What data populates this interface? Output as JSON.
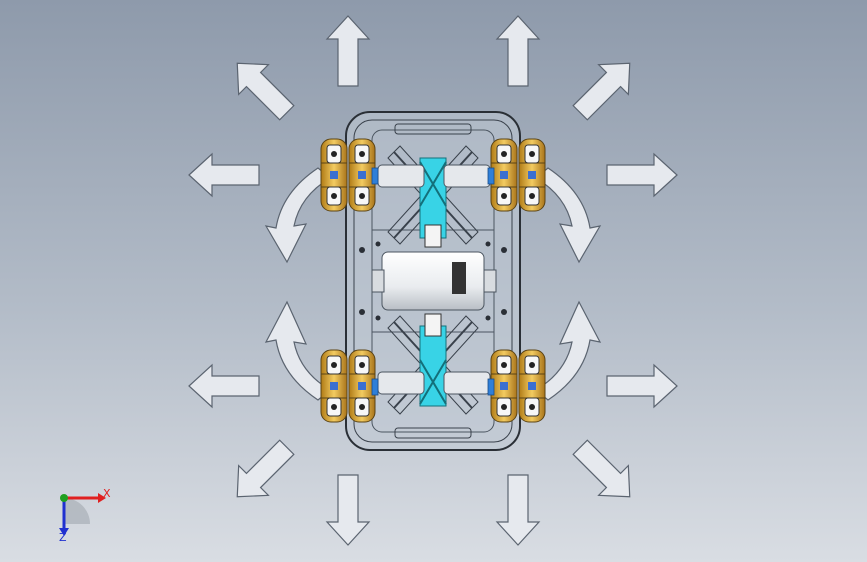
{
  "view": {
    "subject": "mecanum-wheel-robot-chassis",
    "colors": {
      "background_top": "#8e9aab",
      "background_bottom": "#d9dde3",
      "arrow_fill": "#e6e9ee",
      "arrow_stroke": "#5b6470",
      "chassis_outline": "#2a2f36",
      "wheel_gold": "#e8b640",
      "accent_cyan": "#38d3e6",
      "motor_white": "#f2f4f6",
      "axis_x": "#e02020",
      "axis_y": "#20a020",
      "axis_z": "#2030d0"
    }
  },
  "direction_arrows": [
    {
      "name": "up-left-arrow",
      "icon": "arrow-up-icon"
    },
    {
      "name": "up-right-arrow",
      "icon": "arrow-up-icon"
    },
    {
      "name": "diagonal-up-left-arrow",
      "icon": "arrow-up-left-icon"
    },
    {
      "name": "diagonal-up-right-arrow",
      "icon": "arrow-up-right-icon"
    },
    {
      "name": "left-upper-arrow",
      "icon": "arrow-left-icon"
    },
    {
      "name": "right-upper-arrow",
      "icon": "arrow-right-icon"
    },
    {
      "name": "left-lower-arrow",
      "icon": "arrow-left-icon"
    },
    {
      "name": "right-lower-arrow",
      "icon": "arrow-right-icon"
    },
    {
      "name": "diagonal-down-left-arrow",
      "icon": "arrow-down-left-icon"
    },
    {
      "name": "diagonal-down-right-arrow",
      "icon": "arrow-down-right-icon"
    },
    {
      "name": "down-left-arrow",
      "icon": "arrow-down-icon"
    },
    {
      "name": "down-right-arrow",
      "icon": "arrow-down-icon"
    }
  ],
  "rotation_arrows": [
    {
      "name": "rotate-left-upper-arrow",
      "icon": "curved-arrow-icon"
    },
    {
      "name": "rotate-right-upper-arrow",
      "icon": "curved-arrow-icon"
    },
    {
      "name": "rotate-left-lower-arrow",
      "icon": "curved-arrow-icon"
    },
    {
      "name": "rotate-right-lower-arrow",
      "icon": "curved-arrow-icon"
    }
  ],
  "axis_triad": {
    "x_label": "X",
    "z_label": "Z"
  }
}
